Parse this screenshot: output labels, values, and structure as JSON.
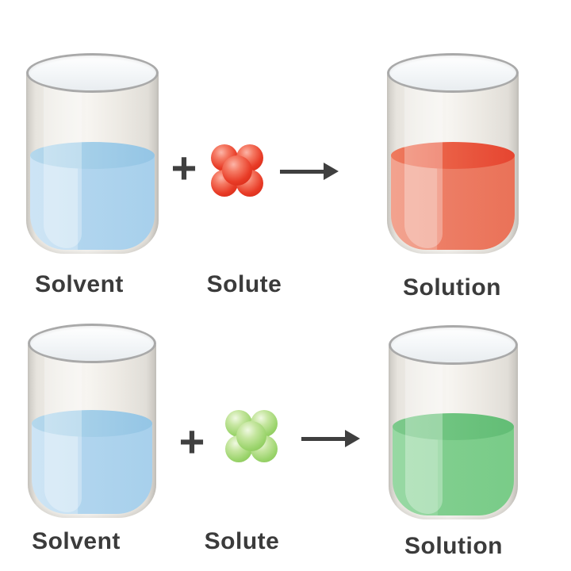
{
  "page": {
    "background": "#ffffff"
  },
  "colors": {
    "label_text": "#3b3b3b",
    "operator": "#404040",
    "glass": "#ece9e3",
    "rim_border": "#a9a9a9",
    "solvent_liquid_blue": "#b1d5ee",
    "solute_red": "#e83b26",
    "solute_green": "#9bd46c",
    "solution_red": "#ed7e66",
    "solution_green": "#80ce8e"
  },
  "rows": [
    {
      "solvent": {
        "label": "Solvent",
        "liquid_color_name": "blue"
      },
      "plus": "+",
      "solute": {
        "label": "Solute",
        "color_name": "red",
        "sphere_count": 5
      },
      "arrow_icon": "right-arrow",
      "solution": {
        "label": "Solution",
        "liquid_color_name": "red"
      }
    },
    {
      "solvent": {
        "label": "Solvent",
        "liquid_color_name": "blue"
      },
      "plus": "+",
      "solute": {
        "label": "Solute",
        "color_name": "green",
        "sphere_count": 5
      },
      "arrow_icon": "right-arrow",
      "solution": {
        "label": "Solution",
        "liquid_color_name": "green"
      }
    }
  ]
}
